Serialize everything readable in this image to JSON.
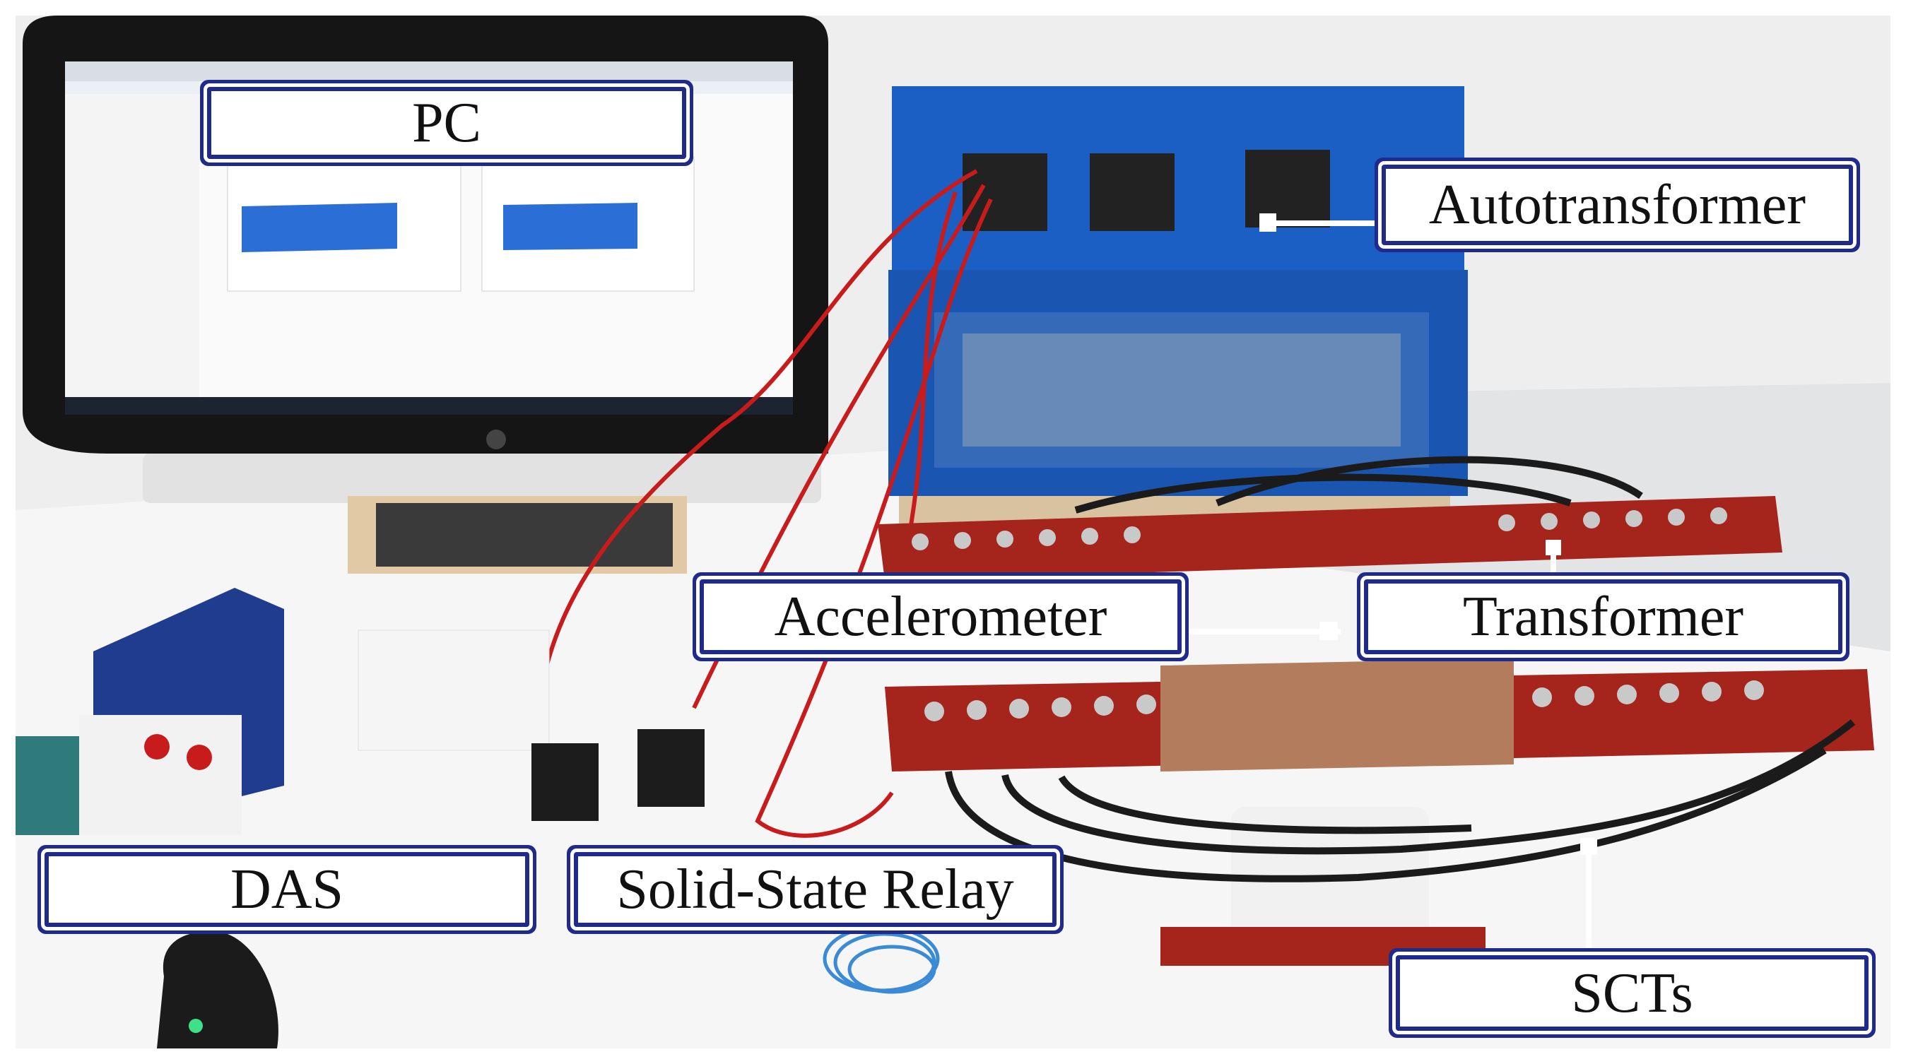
{
  "figure": {
    "labels": {
      "pc": "PC",
      "autotransformer": "Autotransformer",
      "accelerometer": "Accelerometer",
      "transformer": "Transformer",
      "das": "DAS",
      "relay": "Solid-State Relay",
      "scts": "SCTs"
    },
    "colors": {
      "label_border": "#1f2a8a",
      "label_fill": "#ffffff",
      "autotransformer_blue": "#1c5fc4",
      "bus_bar_red": "#a5251c",
      "das_box_blue": "#1f3c8f",
      "wire_red": "#c81c1c",
      "plot_signal_blue": "#2b6fd6"
    },
    "icons": [
      "monitor-icon",
      "box-icon",
      "relay-icon",
      "mouse-icon",
      "cable-icon"
    ]
  }
}
